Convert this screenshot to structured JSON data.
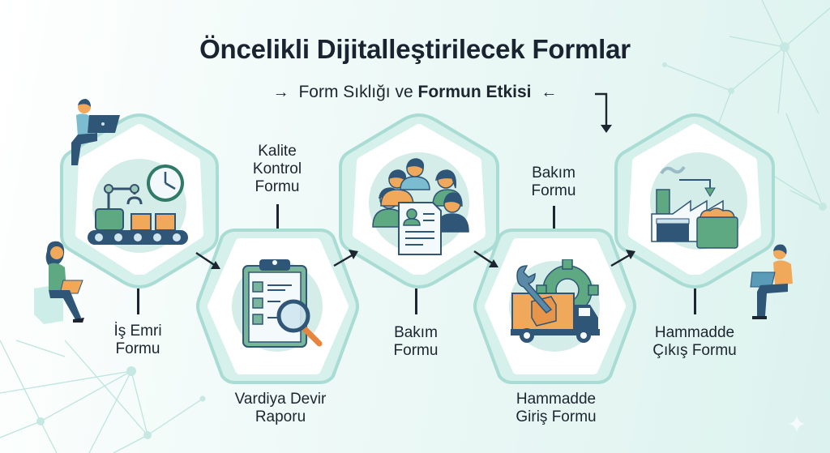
{
  "header": {
    "title": "Öncelikli Dijitalleştirilecek Formlar",
    "subtitle_regular": "Form Sıklığı ve",
    "subtitle_bold": "Formun Etkisi",
    "left_arrow": "→",
    "right_arrow": "←"
  },
  "nodes": [
    {
      "id": "is-emri",
      "icon": "conveyor-robot-clock-icon",
      "label_line1": "İş Emri",
      "label_line2": "Formu",
      "label_position": "below"
    },
    {
      "id": "vardiya",
      "icon": "clipboard-checklist-magnifier-icon",
      "label_line1": "Vardiya Devir",
      "label_line2": "Raporu",
      "label_position": "below",
      "top_label_line1": "Kalite",
      "top_label_line2": "Kontrol",
      "top_label_line3": "Formu"
    },
    {
      "id": "bakim-1",
      "icon": "team-document-icon",
      "label_line1": "Bakım",
      "label_line2": "Formu",
      "label_position": "below"
    },
    {
      "id": "hammadde-giris",
      "icon": "truck-wrench-gear-icon",
      "label_line1": "Hammadde",
      "label_line2": "Giriş Formu",
      "label_position": "below",
      "top_label_line1": "Bakım",
      "top_label_line2": "Formu"
    },
    {
      "id": "hammadde-cikis",
      "icon": "factory-container-icon",
      "label_line1": "Hammadde",
      "label_line2": "Çıkış Formu",
      "label_position": "below"
    }
  ],
  "colors": {
    "hex_outline": "#a9dcd4",
    "hex_fill_outer": "#cdeee8",
    "hex_inner": "#ffffff",
    "icon_circle": "#d4ede8",
    "navy": "#2f5577",
    "green": "#5ea882",
    "orange": "#f0a85a",
    "dark": "#1c2530"
  }
}
